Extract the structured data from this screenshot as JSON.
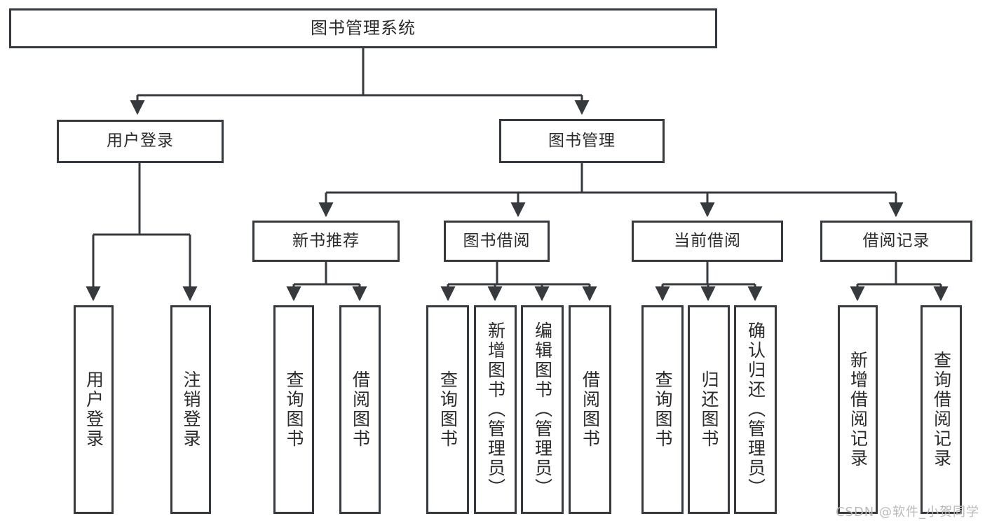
{
  "diagram": {
    "title": "图书管理系统",
    "type": "tree-hierarchy-chart",
    "background_color": "#ffffff",
    "line_color": "#36393d",
    "text_color": "#2b2b2b"
  },
  "root": {
    "label": "图书管理系统"
  },
  "level2": [
    {
      "label": "用户登录"
    },
    {
      "label": "图书管理"
    }
  ],
  "level3": [
    {
      "label": "新书推荐"
    },
    {
      "label": "图书借阅"
    },
    {
      "label": "当前借阅"
    },
    {
      "label": "借阅记录"
    }
  ],
  "leaves": {
    "user_login": [
      {
        "label": "用户登录"
      },
      {
        "label": "注销登录"
      }
    ],
    "new_book": [
      {
        "label": "查询图书"
      },
      {
        "label": "借阅图书"
      }
    ],
    "book_borrow": [
      {
        "label": "查询图书"
      },
      {
        "label": "新增图书（管理员）"
      },
      {
        "label": "编辑图书（管理员）"
      },
      {
        "label": "借阅图书"
      }
    ],
    "current_borrow": [
      {
        "label": "查询图书"
      },
      {
        "label": "归还图书"
      },
      {
        "label": "确认归还（管理员）"
      }
    ],
    "borrow_record": [
      {
        "label": "新增借阅记录"
      },
      {
        "label": "查询借阅记录"
      }
    ]
  },
  "watermark": {
    "text": "CSDN @软件_小贺同学"
  }
}
